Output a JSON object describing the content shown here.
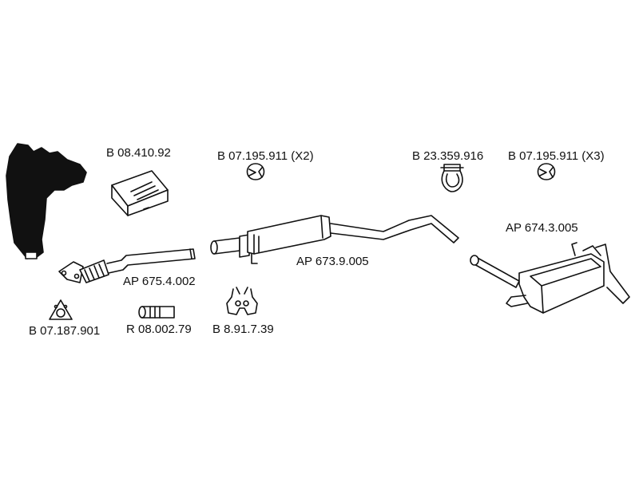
{
  "parts": {
    "gasket_kit": {
      "label": "B 08.410.92"
    },
    "clamp_x2": {
      "label": "B 07.195.911  (X2)"
    },
    "clamp_ring": {
      "label": "B 23.359.916"
    },
    "clamp_x3": {
      "label": "B 07.195.911  (X3)"
    },
    "rear_silencer": {
      "label": "AP 674.3.005"
    },
    "middle_silencer": {
      "label": "AP 673.9.005"
    },
    "front_pipe": {
      "label": "AP 675.4.002"
    },
    "flange_gasket": {
      "label": "B 07.187.901"
    },
    "connector_pipe": {
      "label": "R 08.002.79"
    },
    "rubber_hanger": {
      "label": "B 8.91.7.39"
    }
  },
  "colors": {
    "ink": "#111111",
    "fill": "#ffffff",
    "manifold": "#111111"
  }
}
